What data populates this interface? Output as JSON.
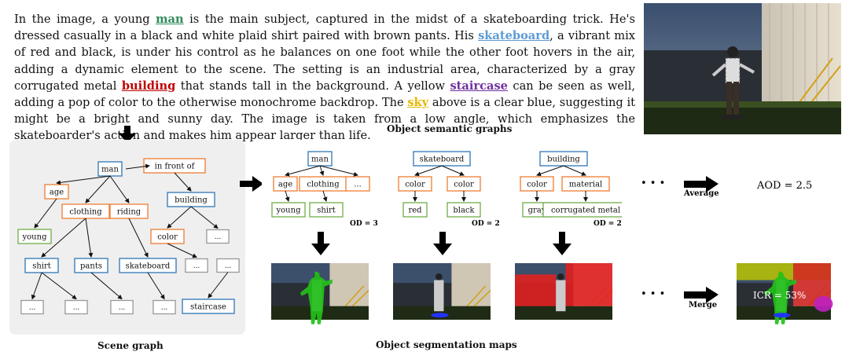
{
  "caption": [
    {
      "t": "In the image, a young "
    },
    {
      "t": "man",
      "c": "#2e8b57",
      "k": "man"
    },
    {
      "t": " is the main subject, captured in the midst of a skateboarding trick. He's dressed casually in a black and white plaid shirt paired with brown pants. His "
    },
    {
      "t": "skateboard",
      "c": "#5b9bd5",
      "k": "skateboard"
    },
    {
      "t": ", a vibrant mix of red and black, is under his control as he balances on one foot while the other foot hovers in the air, adding a dynamic element to the scene. The setting is an industrial area, characterized by a gray corrugated metal "
    },
    {
      "t": "building",
      "c": "#c00000",
      "k": "building"
    },
    {
      "t": " that stands tall in the background. A yellow "
    },
    {
      "t": "staircase",
      "c": "#7030a0",
      "k": "staircase"
    },
    {
      "t": " can be seen as well, adding a pop of color to the otherwise monochrome backdrop. The "
    },
    {
      "t": "sky",
      "c": "#e6b800",
      "k": "sky"
    },
    {
      "t": " above is a clear blue, suggesting it might be a bright and sunny day. The image is taken from a low angle, which emphasizes the skateboarder's action and makes him appear larger than life."
    }
  ],
  "colors": {
    "object": "#2e75b6",
    "attribute": "#ed7d31",
    "value": "#70ad47",
    "panel": "#efefef"
  },
  "labels": {
    "scene_graph": "Scene graph",
    "semantic_graphs": "Object semantic graphs",
    "seg_maps": "Object segmentation maps",
    "average": "Average",
    "merge": "Merge",
    "aod": "AOD = 2.5",
    "icr": "ICR = 53%",
    "ellipsis": "• • •"
  },
  "scene_graph": {
    "man": "man",
    "in_front_of": "in front of",
    "age": "age",
    "clothing": "clothing",
    "riding": "riding",
    "building": "building",
    "young": "young",
    "color": "color",
    "dots": "...",
    "shirt": "shirt",
    "pants": "pants",
    "skateboard": "skateboard",
    "staircase": "staircase"
  },
  "semantic_graphs": [
    {
      "root": "man",
      "attrs": [
        "age",
        "clothing",
        "..."
      ],
      "values": [
        "young",
        "shirt"
      ],
      "od": "OD = 3"
    },
    {
      "root": "skateboard",
      "attrs": [
        "color",
        "color"
      ],
      "values": [
        "red",
        "black"
      ],
      "od": "OD = 2"
    },
    {
      "root": "building",
      "attrs": [
        "color",
        "material"
      ],
      "values": [
        "gray",
        "corrugated metal"
      ],
      "od": "OD = 2"
    }
  ]
}
